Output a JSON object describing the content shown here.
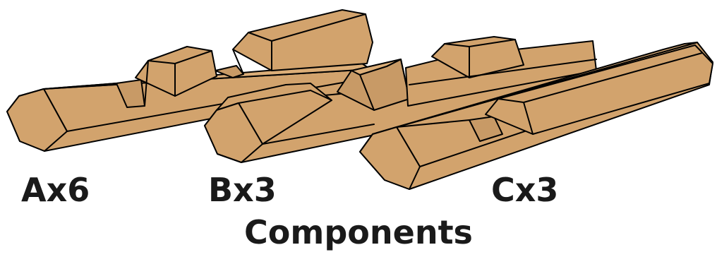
{
  "colors": {
    "wood": "#d2a36d",
    "outline": "#000000",
    "text": "#1a1a1a"
  },
  "parts": [
    {
      "id": "A",
      "label": "Ax6"
    },
    {
      "id": "B",
      "label": "Bx3"
    },
    {
      "id": "C",
      "label": "Cx3"
    }
  ],
  "title": "Components"
}
